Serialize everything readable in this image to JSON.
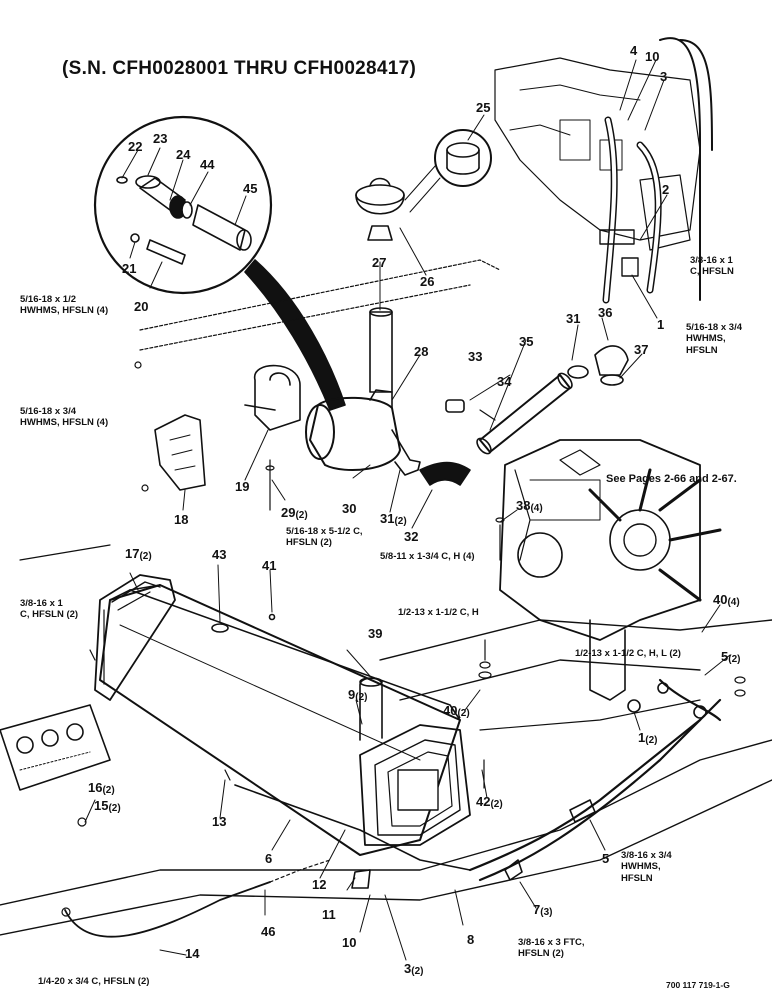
{
  "title": "(S.N. CFH0028001 THRU CFH0028417)",
  "see_pages_note": "See Pages 2-66 and 2-67.",
  "drawing_number": "700 117 719-1-G",
  "callouts": [
    {
      "id": "c1",
      "num": "1",
      "qty": ""
    },
    {
      "id": "c1b",
      "num": "1",
      "qty": "(2)"
    },
    {
      "id": "c2",
      "num": "2",
      "qty": ""
    },
    {
      "id": "c3",
      "num": "3",
      "qty": ""
    },
    {
      "id": "c3b",
      "num": "3",
      "qty": "(2)"
    },
    {
      "id": "c4",
      "num": "4",
      "qty": ""
    },
    {
      "id": "c5",
      "num": "5",
      "qty": "(2)"
    },
    {
      "id": "c5b",
      "num": "5",
      "qty": ""
    },
    {
      "id": "c6",
      "num": "6",
      "qty": ""
    },
    {
      "id": "c7",
      "num": "7",
      "qty": "(3)"
    },
    {
      "id": "c8",
      "num": "8",
      "qty": ""
    },
    {
      "id": "c9",
      "num": "9",
      "qty": "(2)"
    },
    {
      "id": "c10",
      "num": "10",
      "qty": ""
    },
    {
      "id": "c10b",
      "num": "10",
      "qty": ""
    },
    {
      "id": "c11",
      "num": "11",
      "qty": ""
    },
    {
      "id": "c12",
      "num": "12",
      "qty": ""
    },
    {
      "id": "c13",
      "num": "13",
      "qty": ""
    },
    {
      "id": "c14",
      "num": "14",
      "qty": ""
    },
    {
      "id": "c15",
      "num": "15",
      "qty": "(2)"
    },
    {
      "id": "c16",
      "num": "16",
      "qty": "(2)"
    },
    {
      "id": "c17",
      "num": "17",
      "qty": "(2)"
    },
    {
      "id": "c18",
      "num": "18",
      "qty": ""
    },
    {
      "id": "c19",
      "num": "19",
      "qty": ""
    },
    {
      "id": "c20",
      "num": "20",
      "qty": ""
    },
    {
      "id": "c21",
      "num": "21",
      "qty": ""
    },
    {
      "id": "c22",
      "num": "22",
      "qty": ""
    },
    {
      "id": "c23",
      "num": "23",
      "qty": ""
    },
    {
      "id": "c24",
      "num": "24",
      "qty": ""
    },
    {
      "id": "c25",
      "num": "25",
      "qty": ""
    },
    {
      "id": "c26",
      "num": "26",
      "qty": ""
    },
    {
      "id": "c27",
      "num": "27",
      "qty": ""
    },
    {
      "id": "c28",
      "num": "28",
      "qty": ""
    },
    {
      "id": "c29",
      "num": "29",
      "qty": "(2)"
    },
    {
      "id": "c30",
      "num": "30",
      "qty": ""
    },
    {
      "id": "c31",
      "num": "31",
      "qty": ""
    },
    {
      "id": "c31b",
      "num": "31",
      "qty": "(2)"
    },
    {
      "id": "c32",
      "num": "32",
      "qty": ""
    },
    {
      "id": "c33",
      "num": "33",
      "qty": ""
    },
    {
      "id": "c34",
      "num": "34",
      "qty": ""
    },
    {
      "id": "c35",
      "num": "35",
      "qty": ""
    },
    {
      "id": "c36",
      "num": "36",
      "qty": ""
    },
    {
      "id": "c37",
      "num": "37",
      "qty": ""
    },
    {
      "id": "c38",
      "num": "38",
      "qty": "(4)"
    },
    {
      "id": "c39",
      "num": "39",
      "qty": ""
    },
    {
      "id": "c40",
      "num": "40",
      "qty": "(4)"
    },
    {
      "id": "c40b",
      "num": "40",
      "qty": "(2)"
    },
    {
      "id": "c41",
      "num": "41",
      "qty": ""
    },
    {
      "id": "c42",
      "num": "42",
      "qty": "(2)"
    },
    {
      "id": "c43",
      "num": "43",
      "qty": ""
    },
    {
      "id": "c44",
      "num": "44",
      "qty": ""
    },
    {
      "id": "c45",
      "num": "45",
      "qty": ""
    },
    {
      "id": "c46",
      "num": "46",
      "qty": ""
    }
  ],
  "hardware_notes": [
    {
      "id": "h1",
      "text": "5/16-18 x 1/2\nHWHMS, HFSLN (4)"
    },
    {
      "id": "h2",
      "text": "5/16-18 x 3/4\nHWHMS, HFSLN (4)"
    },
    {
      "id": "h3",
      "text": "5/16-18 x 5-1/2 C,\nHFSLN (2)"
    },
    {
      "id": "h4",
      "text": "5/8-11 x 1-3/4 C, H (4)"
    },
    {
      "id": "h5",
      "text": "3/8-16 x 1\nC, HFSLN"
    },
    {
      "id": "h6",
      "text": "5/16-18 x 3/4\nHWHMS,\nHFSLN"
    },
    {
      "id": "h7",
      "text": "3/8-16 x 1\nC, HFSLN (2)"
    },
    {
      "id": "h8",
      "text": "1/2-13 x 1-1/2 C, H"
    },
    {
      "id": "h9",
      "text": "1/2-13 x 1-1/2 C, H, L (2)"
    },
    {
      "id": "h10",
      "text": "3/8-16 x 3/4\nHWHMS,\nHFSLN"
    },
    {
      "id": "h11",
      "text": "3/8-16 x 3 FTC,\nHFSLN (2)"
    },
    {
      "id": "h12",
      "text": "1/4-20 x 3/4 C, HFSLN (2)"
    }
  ]
}
